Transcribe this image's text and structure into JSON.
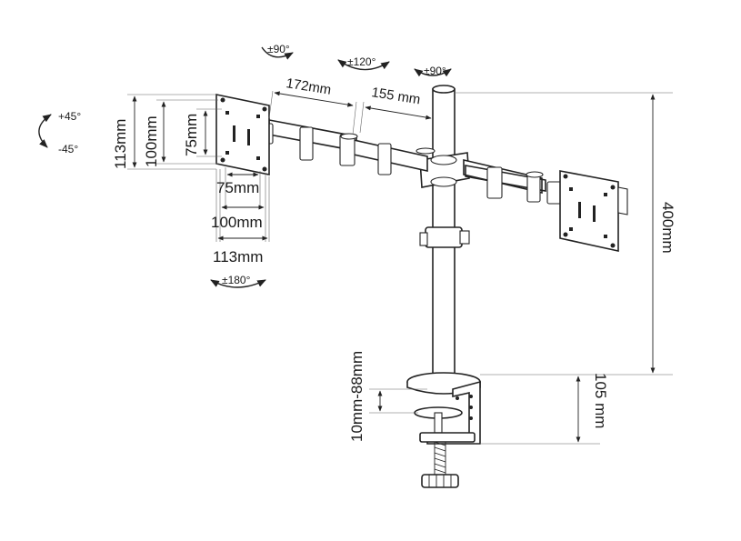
{
  "labels": {
    "rot_top_left": "±90°",
    "rot_top_mid": "±120°",
    "rot_top_right": "±90°",
    "tilt_up": "+45°",
    "tilt_down": "-45°",
    "rot_bottom": "±180°",
    "arm_seg_1": "172mm",
    "arm_seg_2": "155 mm",
    "vesa_v_113": "113mm",
    "vesa_v_100": "100mm",
    "vesa_v_75": "75mm",
    "vesa_h_75": "75mm",
    "vesa_h_100": "100mm",
    "vesa_h_113": "113mm",
    "pole_height": "400mm",
    "clamp_height": "105 mm",
    "desk_range": "10mm-88mm"
  },
  "colors": {
    "line": "#222222",
    "background": "#ffffff"
  }
}
